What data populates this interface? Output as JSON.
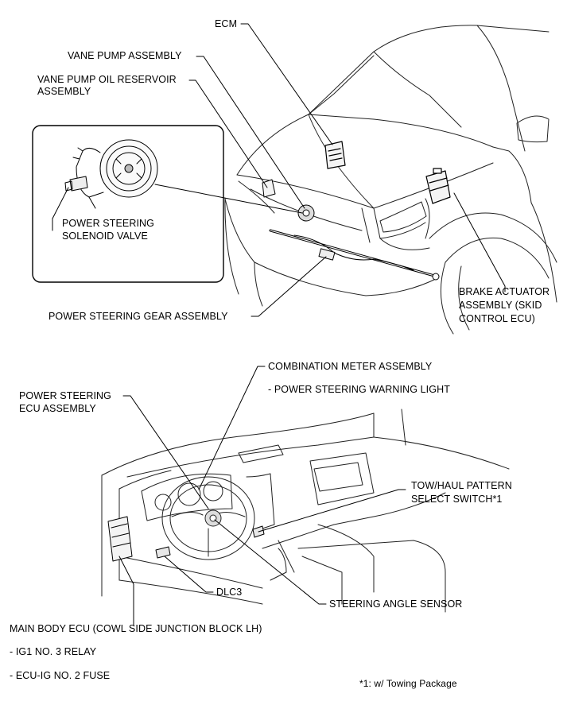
{
  "labels": {
    "ecm": "ECM",
    "vane_pump": "VANE PUMP ASSEMBLY",
    "reservoir_line1": "VANE PUMP OIL RESERVOIR",
    "reservoir_line2": "ASSEMBLY",
    "solenoid_line1": "POWER STEERING",
    "solenoid_line2": "SOLENOID VALVE",
    "gear": "POWER STEERING GEAR ASSEMBLY",
    "brake_line1": "BRAKE ACTUATOR",
    "brake_line2": "ASSEMBLY (SKID",
    "brake_line3": "CONTROL ECU)",
    "meter": "COMBINATION METER ASSEMBLY",
    "meter_sub": "- POWER STEERING WARNING LIGHT",
    "ps_ecu_line1": "POWER STEERING",
    "ps_ecu_line2": "ECU ASSEMBLY",
    "tow_line1": "TOW/HAUL PATTERN",
    "tow_line2": "SELECT SWITCH*1",
    "dlc3": "DLC3",
    "angle_sensor": "STEERING ANGLE SENSOR",
    "main_body": "MAIN BODY ECU (COWL SIDE JUNCTION BLOCK LH)",
    "main_body_sub1": "- IG1 NO. 3 RELAY",
    "main_body_sub2": "- ECU-IG NO. 2 FUSE",
    "footnote": "*1: w/ Towing Package"
  }
}
